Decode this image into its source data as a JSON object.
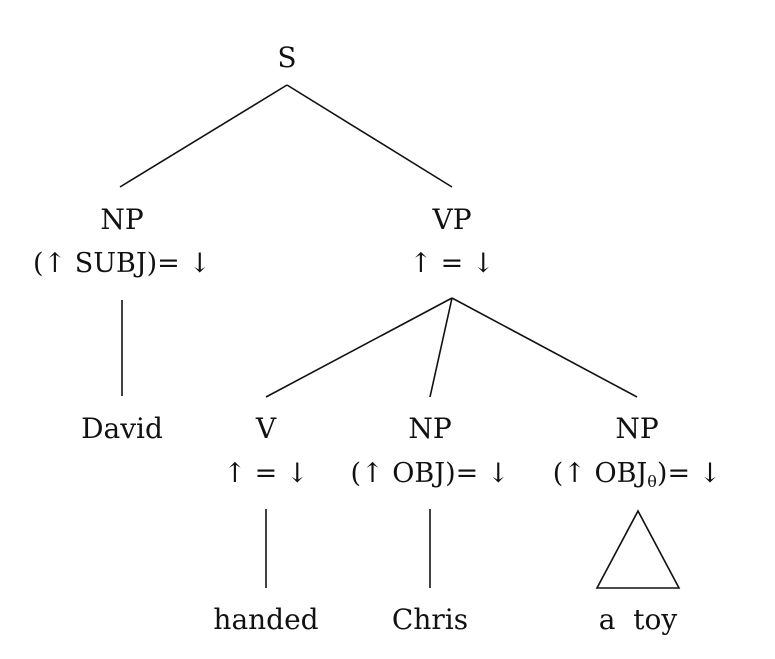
{
  "nodes": {
    "s": {
      "cat": "S"
    },
    "np_subj": {
      "cat": "NP",
      "ann": "(↑ SUBJ)= ↓"
    },
    "vp": {
      "cat": "VP",
      "ann": "↑ = ↓"
    },
    "david": {
      "word": "David"
    },
    "v": {
      "cat": "V",
      "ann": "↑ = ↓"
    },
    "np_obj": {
      "cat": "NP",
      "ann": "(↑ OBJ)= ↓"
    },
    "np_objtheta": {
      "cat": "NP",
      "ann_pre": "(↑ OBJ",
      "ann_sub": "θ",
      "ann_post": ")= ↓"
    },
    "handed": {
      "word": "handed"
    },
    "chris": {
      "word": "Chris"
    },
    "atoy": {
      "word": "a  toy"
    }
  }
}
